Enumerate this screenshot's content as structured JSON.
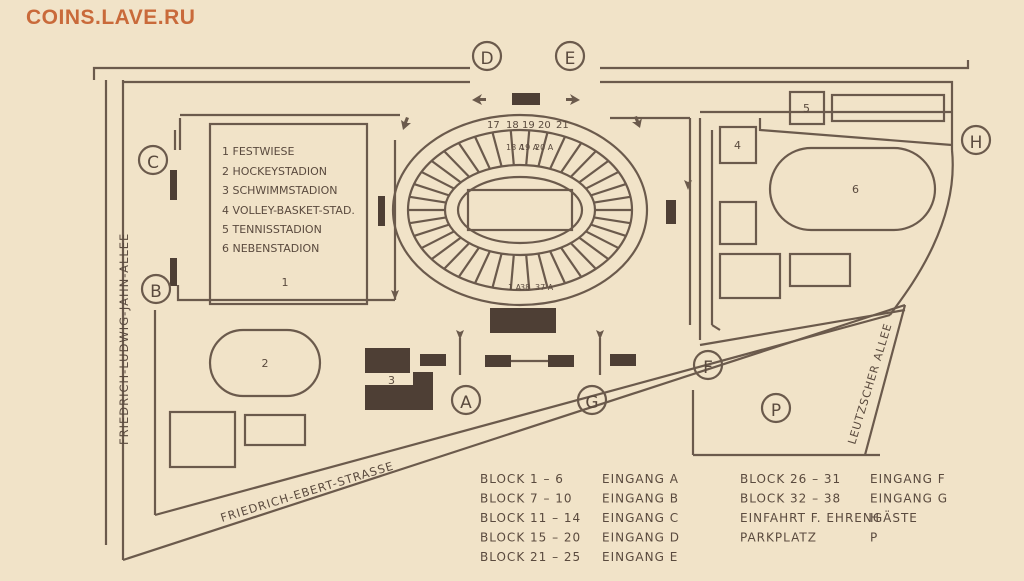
{
  "watermark": "COINS.LAVE.RU",
  "legend": [
    "1 FESTWIESE",
    "2 HOCKEYSTADION",
    "3 SCHWIMMSTADION",
    "4 VOLLEY-BASKET-STAD.",
    "5 TENNISSTADION",
    "6 NEBENSTADION"
  ],
  "streets": {
    "west": "FRIEDRICH-LUDWIG-JAHN-ALLEE",
    "south": "FRIEDRICH-EBERT-STRASSE",
    "east": "LEUTZSCHER ALLEE"
  },
  "gates": [
    "A",
    "B",
    "C",
    "D",
    "E",
    "F",
    "G",
    "H"
  ],
  "parking_label": "P",
  "area_numbers": [
    "1",
    "2",
    "3",
    "4",
    "5",
    "6"
  ],
  "stadium": {
    "top_blocks": [
      "17",
      "18",
      "19",
      "20",
      "21"
    ],
    "top_inner": [
      "18 A",
      "19 A",
      "20 A"
    ],
    "bottom_inner": [
      "1 A",
      "38",
      "37 A"
    ]
  },
  "table": {
    "left": [
      {
        "block": "BLOCK  1 – 6",
        "entry": "EINGANG A"
      },
      {
        "block": "BLOCK  7 – 10",
        "entry": "EINGANG B"
      },
      {
        "block": "BLOCK 11 – 14",
        "entry": "EINGANG C"
      },
      {
        "block": "BLOCK 15 – 20",
        "entry": "EINGANG D"
      },
      {
        "block": "BLOCK 21 – 25",
        "entry": "EINGANG E"
      }
    ],
    "right": [
      {
        "block": "BLOCK 26 – 31",
        "entry": "EINGANG F"
      },
      {
        "block": "BLOCK 32 – 38",
        "entry": "EINGANG G"
      },
      {
        "block": "EINFAHRT F. EHRENGÄSTE",
        "entry": "H"
      },
      {
        "block": "PARKPLATZ",
        "entry": "P"
      }
    ]
  },
  "colors": {
    "paper": "#f1e3c8",
    "ink": "#6b5a4c",
    "watermark": "#c96a3a"
  }
}
